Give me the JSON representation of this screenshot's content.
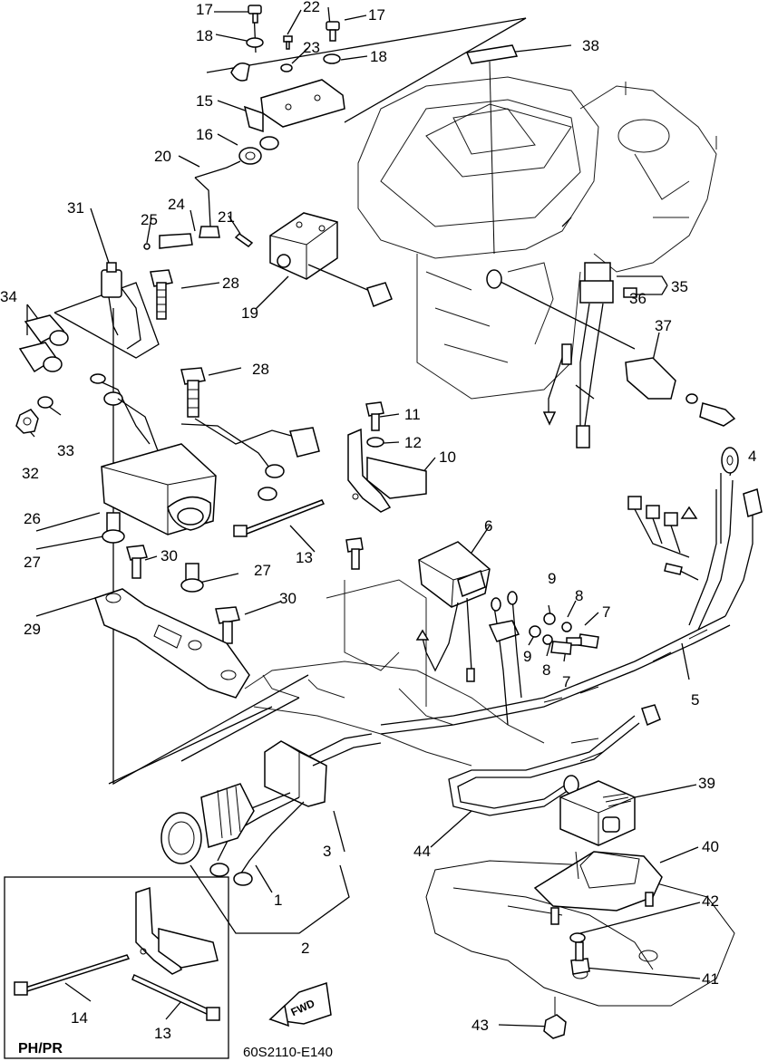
{
  "diagram": {
    "code": "60S2110-E140",
    "inset_label": "PH/PR",
    "fwd_label": "FWD",
    "callouts": [
      "1",
      "2",
      "3",
      "4",
      "5",
      "6",
      "7",
      "8",
      "9",
      "10",
      "11",
      "12",
      "13",
      "14",
      "15",
      "16",
      "17",
      "18",
      "19",
      "20",
      "21",
      "22",
      "23",
      "24",
      "25",
      "26",
      "27",
      "28",
      "29",
      "30",
      "31",
      "32",
      "33",
      "34",
      "35",
      "36",
      "37",
      "38",
      "39",
      "40",
      "41",
      "42",
      "43",
      "44"
    ]
  }
}
